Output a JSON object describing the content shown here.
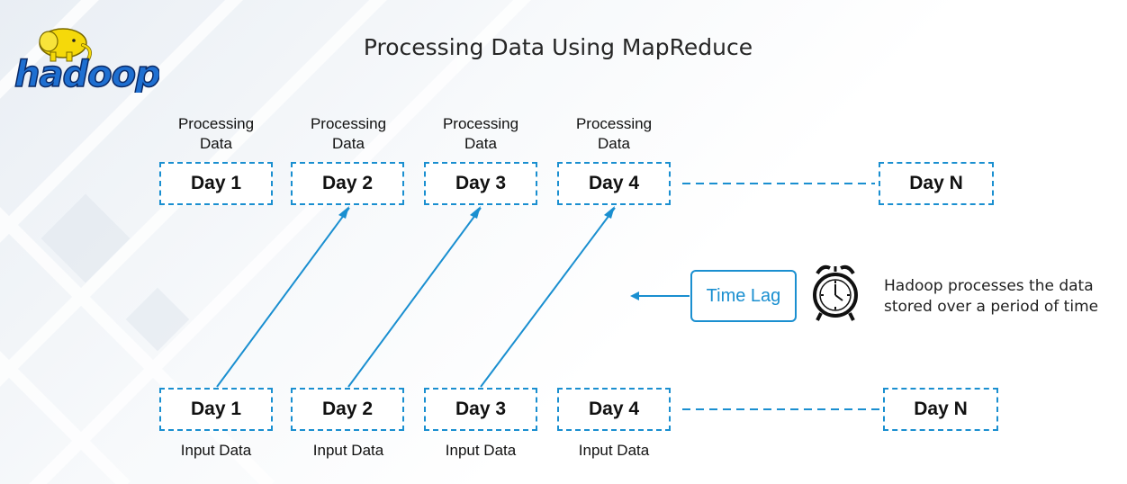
{
  "logo": {
    "text": "hadoop"
  },
  "title": "Processing Data Using MapReduce",
  "processing": {
    "label_line1": "Processing",
    "label_line2": "Data",
    "boxes": [
      "Day 1",
      "Day 2",
      "Day 3",
      "Day 4"
    ],
    "last_box": "Day N"
  },
  "input": {
    "label": "Input Data",
    "boxes": [
      "Day 1",
      "Day 2",
      "Day 3",
      "Day 4"
    ],
    "last_box": "Day N"
  },
  "time_lag": "Time Lag",
  "description": {
    "line1": "Hadoop processes the data",
    "line2": "stored over a period of time"
  },
  "colors": {
    "accent": "#1a8fd0",
    "text": "#111111"
  },
  "icons": [
    "elephant-logo-icon",
    "alarm-clock-icon",
    "arrow-left-icon"
  ]
}
